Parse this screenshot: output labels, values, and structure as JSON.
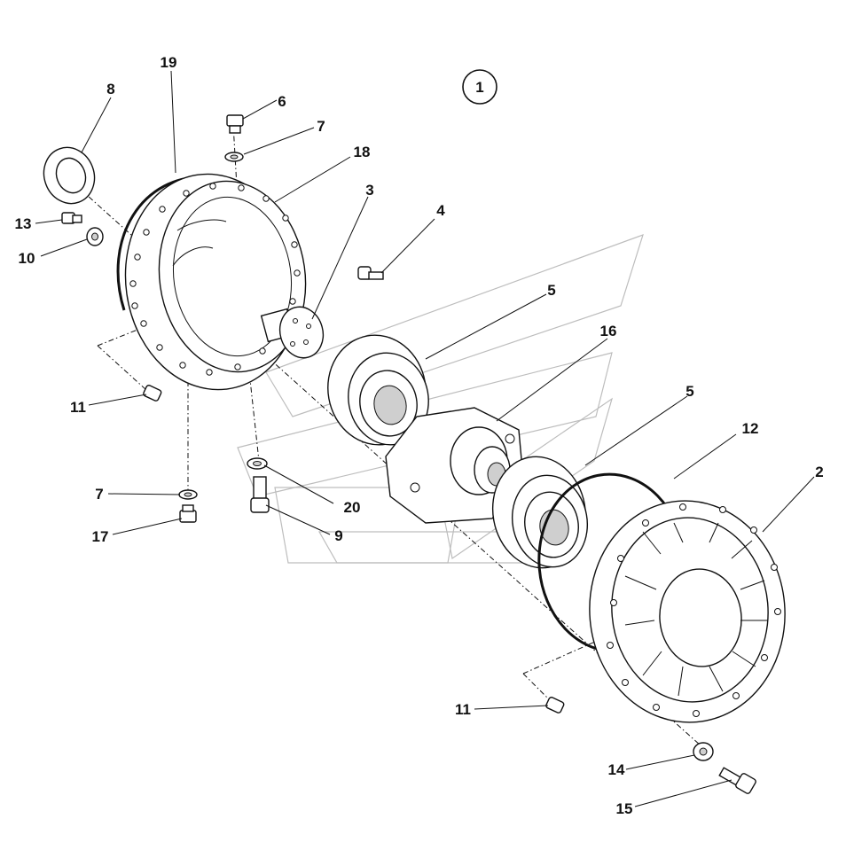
{
  "diagram": {
    "view_number": "1",
    "callouts": [
      {
        "id": "c19",
        "label": "19"
      },
      {
        "id": "c8",
        "label": "8"
      },
      {
        "id": "c6",
        "label": "6"
      },
      {
        "id": "c7a",
        "label": "7"
      },
      {
        "id": "c18",
        "label": "18"
      },
      {
        "id": "c3",
        "label": "3"
      },
      {
        "id": "c4",
        "label": "4"
      },
      {
        "id": "c13",
        "label": "13"
      },
      {
        "id": "c10",
        "label": "10"
      },
      {
        "id": "c5a",
        "label": "5"
      },
      {
        "id": "c16",
        "label": "16"
      },
      {
        "id": "c5b",
        "label": "5"
      },
      {
        "id": "c12",
        "label": "12"
      },
      {
        "id": "c2",
        "label": "2"
      },
      {
        "id": "c11a",
        "label": "11"
      },
      {
        "id": "c7b",
        "label": "7"
      },
      {
        "id": "c20",
        "label": "20"
      },
      {
        "id": "c9",
        "label": "9"
      },
      {
        "id": "c17",
        "label": "17"
      },
      {
        "id": "c11b",
        "label": "11"
      },
      {
        "id": "c14",
        "label": "14"
      },
      {
        "id": "c15",
        "label": "15"
      }
    ]
  }
}
